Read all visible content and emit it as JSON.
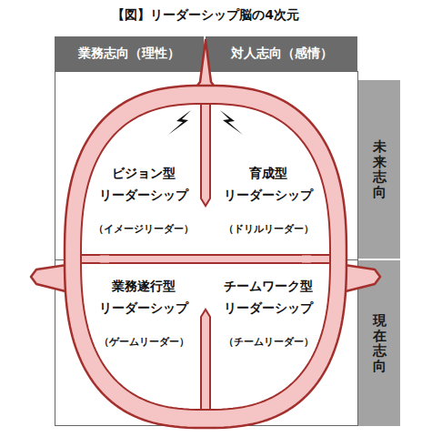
{
  "diagram": {
    "title": "【図】リーダーシップ脳の4次元",
    "nodes": [
      {
        "text": [
          "業務志向（理性）"
        ]
      },
      {
        "text": [
          "対人志向（感情）"
        ]
      },
      {
        "text": [
          "ビジョン型 リーダーシップ",
          "（イメージリーダー）"
        ]
      },
      {
        "text": [
          "育成型 リーダーシップ",
          "（ドリルリーダー）"
        ]
      },
      {
        "text": [
          "業務遂行型 リーダーシップ",
          "（ゲームリーダー）"
        ]
      },
      {
        "text": [
          "チームワーク型 リーダーシップ",
          "（チームリーダー）"
        ]
      },
      {
        "text": [
          "未来志向"
        ]
      },
      {
        "text": [
          "現在志向"
        ]
      }
    ]
  }
}
